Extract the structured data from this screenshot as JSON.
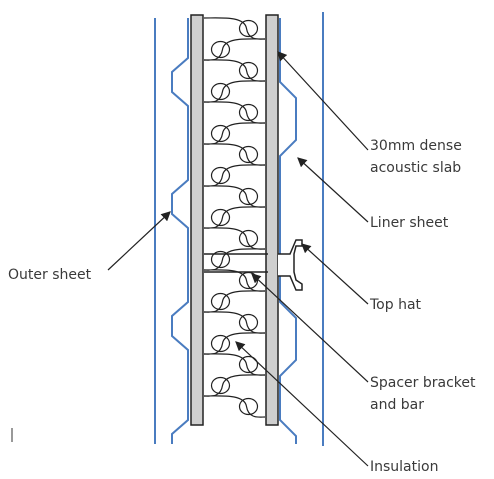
{
  "labels": {
    "dense_slab": [
      "30mm dense",
      "acoustic slab"
    ],
    "liner_sheet": "Liner sheet",
    "outer_sheet": "Outer sheet",
    "top_hat": "Top hat",
    "spacer": [
      "Spacer bracket",
      "and bar"
    ],
    "insulation": "Insulation"
  },
  "colors": {
    "sheet": "#4a7cc0",
    "board": "#cfcfcf",
    "outline": "#222222",
    "text": "#3a3a3a"
  }
}
